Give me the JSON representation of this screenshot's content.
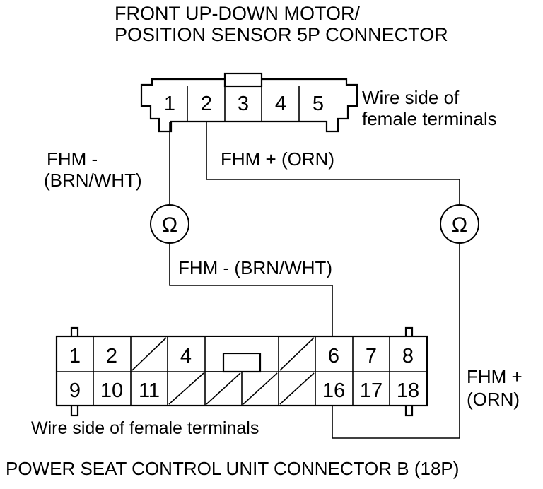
{
  "top_connector": {
    "title_line1": "FRONT UP-DOWN MOTOR/",
    "title_line2": "POSITION SENSOR 5P CONNECTOR",
    "side_line1": "Wire side of",
    "side_line2": "female terminals",
    "pins": [
      "1",
      "2",
      "3",
      "4",
      "5"
    ]
  },
  "bottom_connector": {
    "pins_row1": [
      "1",
      "2",
      "",
      "4",
      "",
      "",
      "",
      "6",
      "7",
      "8"
    ],
    "pins_row2": [
      "9",
      "10",
      "11",
      "",
      "",
      "",
      "",
      "16",
      "17",
      "18"
    ],
    "side_label": "Wire side of female terminals",
    "title": "POWER SEAT CONTROL UNIT CONNECTOR B (18P)"
  },
  "wires": {
    "fhm_minus_line1": "FHM -",
    "fhm_minus_line2": "(BRN/WHT)",
    "fhm_plus_top": "FHM +  (ORN)",
    "fhm_minus_mid": "FHM -  (BRN/WHT)",
    "fhm_plus_line1": "FHM +",
    "fhm_plus_line2": "(ORN)"
  },
  "meters": {
    "symbol": "Ω",
    "meter_icon": "ohmmeter-icon"
  }
}
